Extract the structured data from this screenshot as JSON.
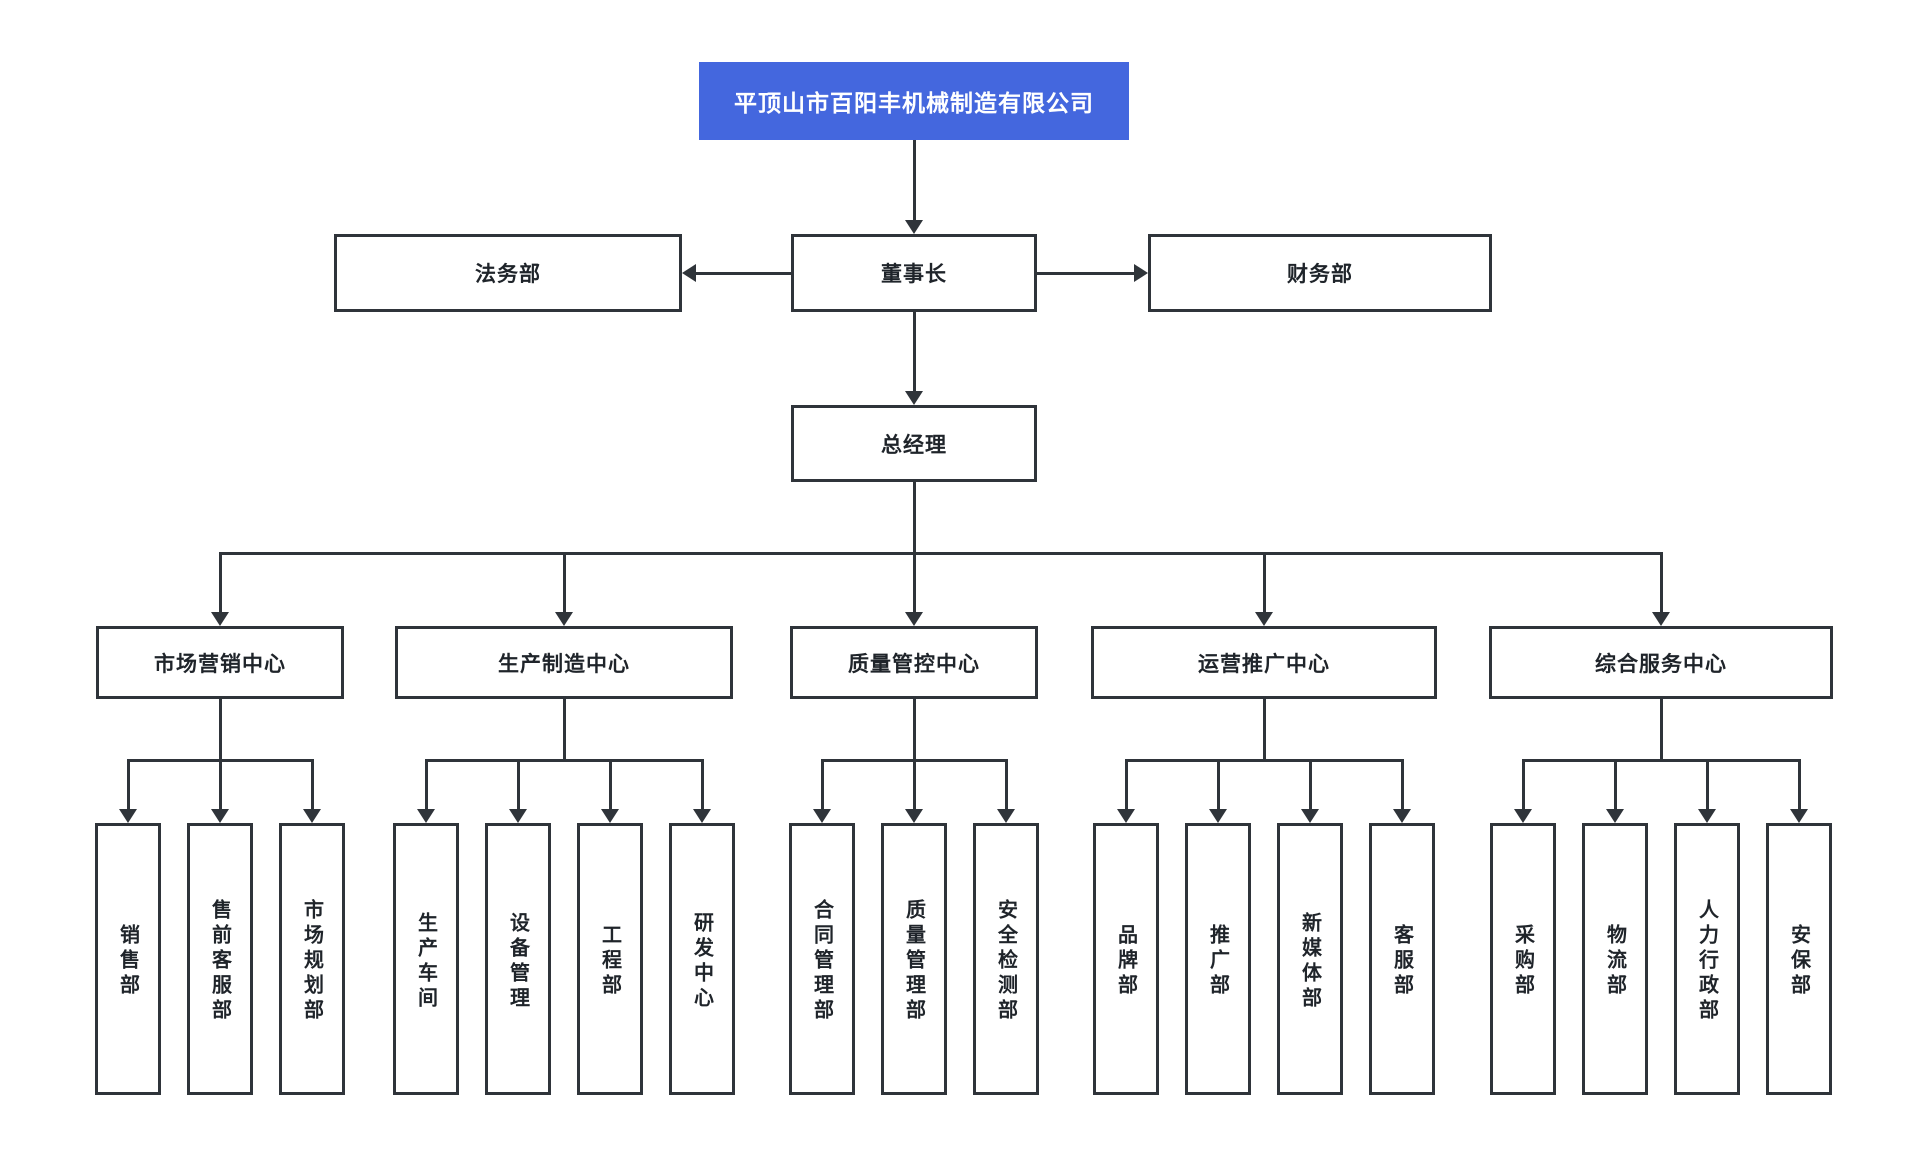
{
  "org": {
    "company": "平顶山市百阳丰机械制造有限公司",
    "executive_row": {
      "legal": "法务部",
      "chairman": "董事长",
      "finance": "财务部"
    },
    "general_manager": "总经理",
    "centers": [
      {
        "label": "市场营销中心",
        "children": [
          "销售部",
          "售前客服部",
          "市场规划部"
        ]
      },
      {
        "label": "生产制造中心",
        "children": [
          "生产车间",
          "设备管理",
          "工程部",
          "研发中心"
        ]
      },
      {
        "label": "质量管控中心",
        "children": [
          "合同管理部",
          "质量管理部",
          "安全检测部"
        ]
      },
      {
        "label": "运营推广中心",
        "children": [
          "品牌部",
          "推广部",
          "新媒体部",
          "客服部"
        ]
      },
      {
        "label": "综合服务中心",
        "children": [
          "采购部",
          "物流部",
          "人力行政部",
          "安保部"
        ]
      }
    ],
    "colors": {
      "root_bg": "#4467DE",
      "root_text": "#ffffff",
      "node_bg": "#ffffff",
      "node_border": "#2f343a",
      "node_text": "#1f242a",
      "line": "#2f343a"
    }
  }
}
